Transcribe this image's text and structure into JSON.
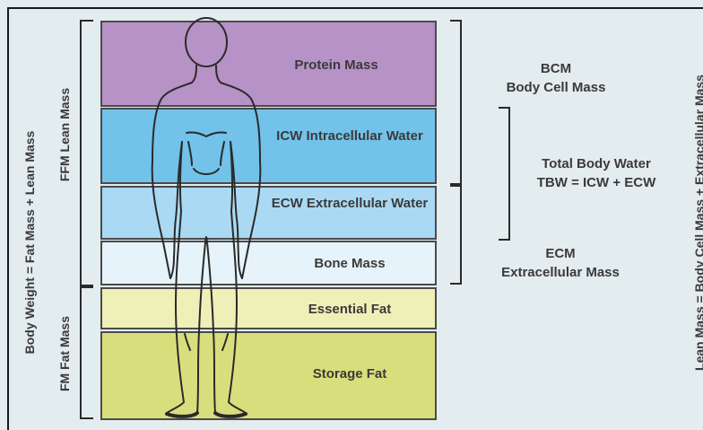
{
  "bands": [
    {
      "label": "Protein Mass",
      "color": "#b792c6"
    },
    {
      "label": "ICW Intracellular Water",
      "color": "#72c2ea"
    },
    {
      "label": "ECW Extracellular Water",
      "color": "#aad9f4"
    },
    {
      "label": "Bone Mass",
      "color": "#e6f3fb"
    },
    {
      "label": "Essential Fat",
      "color": "#eef0b8"
    },
    {
      "label": "Storage Fat",
      "color": "#d9de7c"
    }
  ],
  "right_labels": {
    "bcm_line1": "BCM",
    "bcm_line2": "Body Cell Mass",
    "tbw_line1": "Total Body Water",
    "tbw_line2": "TBW = ICW + ECW",
    "ecm_line1": "ECM",
    "ecm_line2": "Extracellular Mass"
  },
  "left_labels": {
    "body_weight": "Body Weight = Fat Mass + Lean Mass",
    "ffm": "FFM Lean Mass",
    "fm": "FM Fat Mass"
  },
  "far_right_label": "Lean Mass = Body Cell Mass + Extracellular Mass",
  "colors": {
    "line": "#2a2a2a",
    "text": "#3a3a3a",
    "background": "#e3ecee"
  }
}
